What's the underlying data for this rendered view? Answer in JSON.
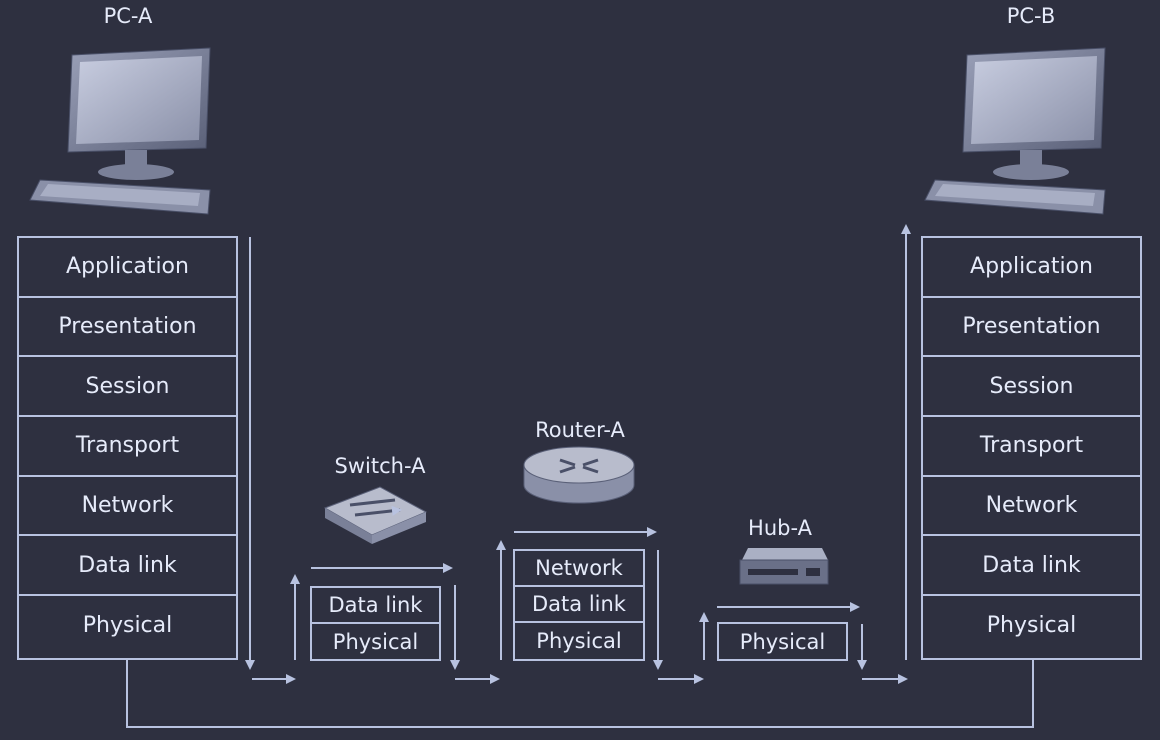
{
  "devices": {
    "pc_a": {
      "name": "PC-A",
      "layers": [
        "Application",
        "Presentation",
        "Session",
        "Transport",
        "Network",
        "Data link",
        "Physical"
      ]
    },
    "pc_b": {
      "name": "PC-B",
      "layers": [
        "Application",
        "Presentation",
        "Session",
        "Transport",
        "Network",
        "Data link",
        "Physical"
      ]
    },
    "switch_a": {
      "name": "Switch-A",
      "layers": [
        "Data link",
        "Physical"
      ]
    },
    "router_a": {
      "name": "Router-A",
      "layers": [
        "Network",
        "Data link",
        "Physical"
      ]
    },
    "hub_a": {
      "name": "Hub-A",
      "layers": [
        "Physical"
      ]
    }
  },
  "colors": {
    "background": "#2e3040",
    "line": "#b8c2e0",
    "text": "#e6ebfa"
  }
}
